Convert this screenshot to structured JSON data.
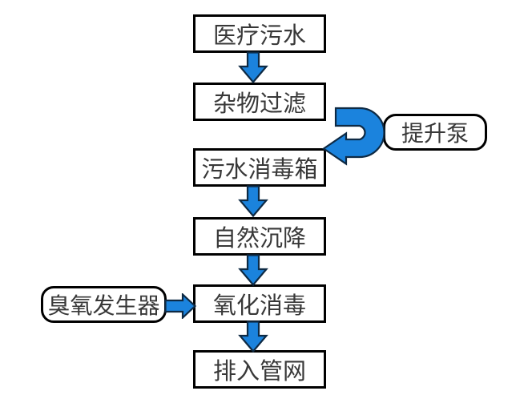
{
  "colors": {
    "background": "#ffffff",
    "arrow_fill": "#1b83dd",
    "arrow_outline": "#0e2a44",
    "node_border": "#000000",
    "node_fill": "#ffffff",
    "text": "#383838"
  },
  "flowchart": {
    "main_nodes": [
      {
        "label": "医疗污水"
      },
      {
        "label": "杂物过滤"
      },
      {
        "label": "污水消毒箱"
      },
      {
        "label": "自然沉降"
      },
      {
        "label": "氧化消毒"
      },
      {
        "label": "排入管网"
      }
    ],
    "side_nodes": {
      "pump": {
        "label": "提升泵",
        "position": "right"
      },
      "ozone": {
        "label": "臭氧发生器",
        "position": "left"
      }
    },
    "edges": [
      {
        "from": "医疗污水",
        "to": "杂物过滤",
        "style": "straight-down"
      },
      {
        "from": "杂物过滤",
        "to": "污水消毒箱",
        "style": "u-turn-right",
        "via": "提升泵"
      },
      {
        "from": "污水消毒箱",
        "to": "自然沉降",
        "style": "straight-down"
      },
      {
        "from": "自然沉降",
        "to": "氧化消毒",
        "style": "straight-down"
      },
      {
        "from": "臭氧发生器",
        "to": "氧化消毒",
        "style": "straight-right"
      },
      {
        "from": "氧化消毒",
        "to": "排入管网",
        "style": "straight-down"
      }
    ]
  }
}
